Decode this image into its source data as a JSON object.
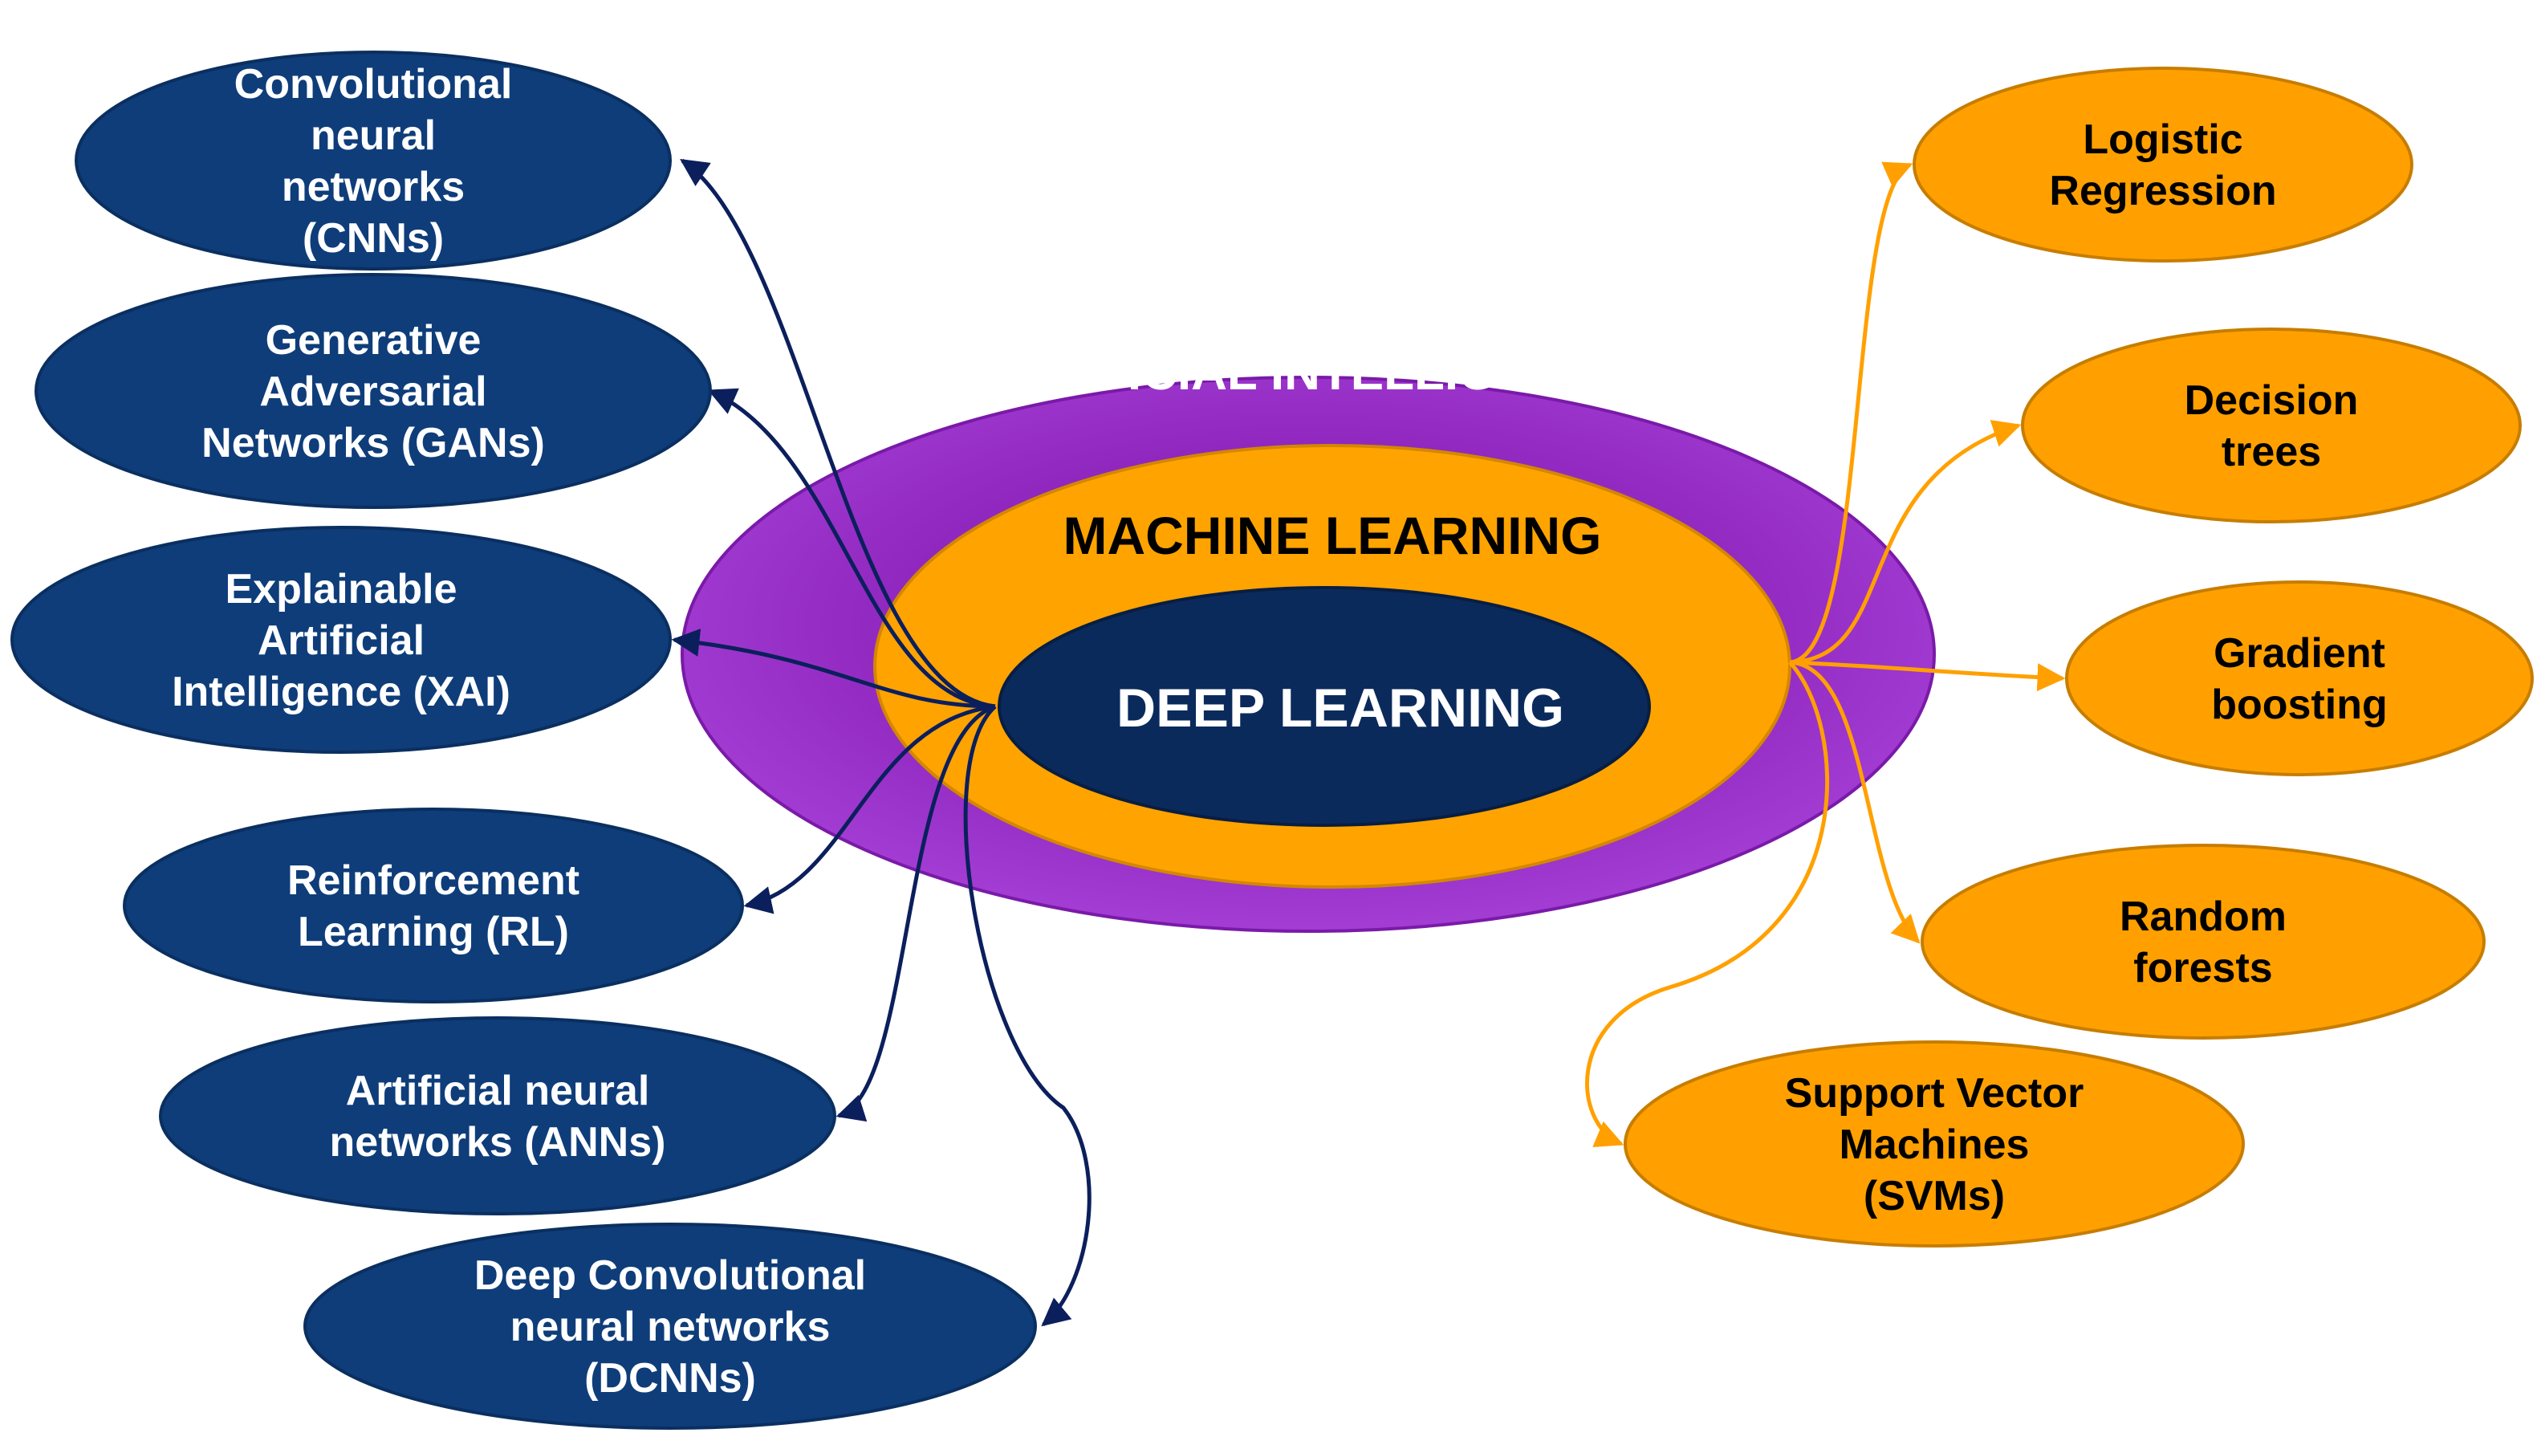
{
  "colors": {
    "ai_purple": "#9B30C8",
    "ai_purple_dark": "#7a1aa8",
    "ml_orange": "#FFA300",
    "dl_navy": "#0B2A5C",
    "dl_node": "#0E3D7A",
    "dl_node_stroke": "#0a2f60",
    "ml_node": "#FFA000",
    "ml_node_stroke": "#c77d00",
    "dl_arrow": "#0B1F5C",
    "ml_arrow": "#FFA000"
  },
  "center": {
    "ai_label": "ARTIFICIAL INTELLIGENCE",
    "ml_label": "MACHINE LEARNING",
    "dl_label": "DEEP LEARNING"
  },
  "dl_nodes": [
    {
      "lines": [
        "Convolutional",
        "neural",
        "networks",
        "(CNNs)"
      ]
    },
    {
      "lines": [
        "Generative",
        "Adversarial",
        "Networks (GANs)"
      ]
    },
    {
      "lines": [
        "Explainable",
        "Artificial",
        "Intelligence (XAI)"
      ]
    },
    {
      "lines": [
        "Reinforcement",
        "Learning (RL)"
      ]
    },
    {
      "lines": [
        "Artificial neural",
        "networks (ANNs)"
      ]
    },
    {
      "lines": [
        "Deep Convolutional",
        "neural networks",
        "(DCNNs)"
      ]
    }
  ],
  "ml_nodes": [
    {
      "lines": [
        "Logistic",
        "Regression"
      ]
    },
    {
      "lines": [
        "Decision",
        "trees"
      ]
    },
    {
      "lines": [
        "Gradient",
        "boosting"
      ]
    },
    {
      "lines": [
        "Random",
        "forests"
      ]
    },
    {
      "lines": [
        "Support Vector",
        "Machines",
        "(SVMs)"
      ]
    }
  ]
}
